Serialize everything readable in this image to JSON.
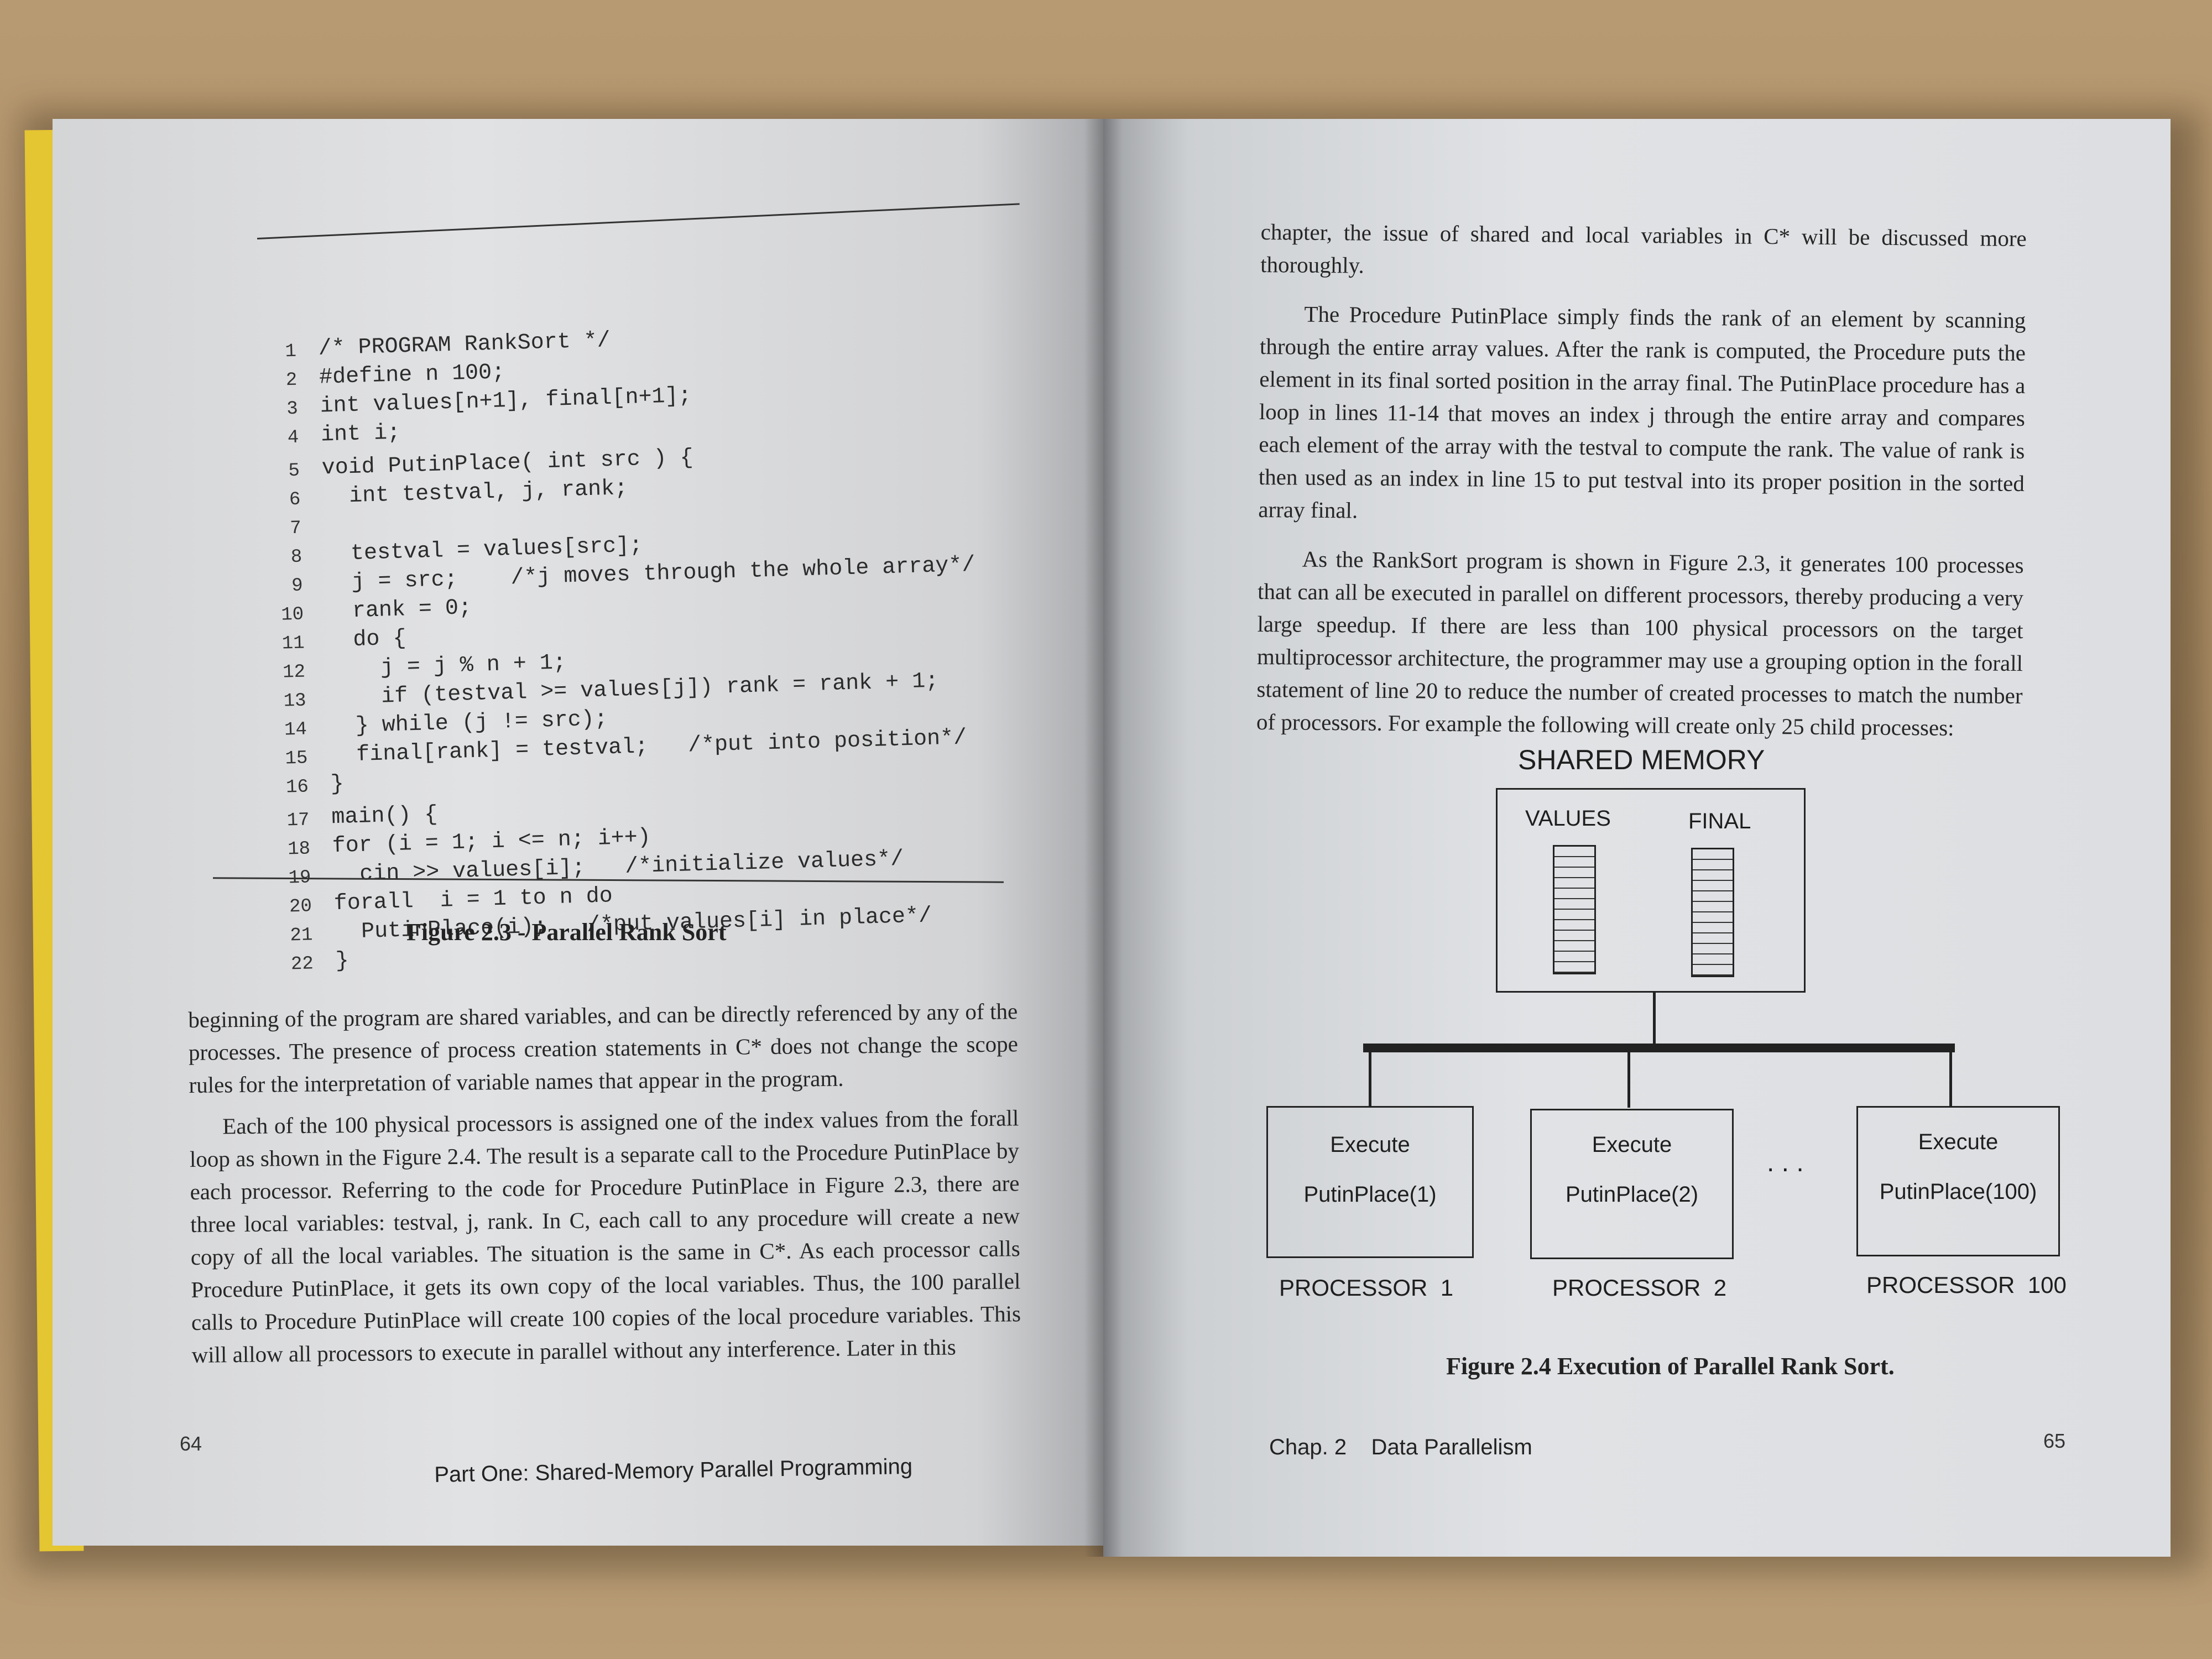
{
  "left_page": {
    "listing_title": "/* PROGRAM RankSort */",
    "code_lines": [
      {
        "n": "1",
        "t": "/* PROGRAM RankSort */"
      },
      {
        "n": "2",
        "t": "#define n 100;"
      },
      {
        "n": "3",
        "t": "int values[n+1], final[n+1];"
      },
      {
        "n": "4",
        "t": "int i;"
      },
      {
        "n": "5",
        "t": "void PutinPlace( int src ) {"
      },
      {
        "n": "6",
        "t": "  int testval, j, rank;"
      },
      {
        "n": "7",
        "t": ""
      },
      {
        "n": "8",
        "t": "  testval = values[src];"
      },
      {
        "n": "9",
        "t": "  j = src;    /*j moves through the whole array*/"
      },
      {
        "n": "10",
        "t": "  rank = 0;"
      },
      {
        "n": "11",
        "t": "  do {"
      },
      {
        "n": "12",
        "t": "    j = j % n + 1;"
      },
      {
        "n": "13",
        "t": "    if (testval >= values[j]) rank = rank + 1;"
      },
      {
        "n": "14",
        "t": "  } while (j != src);"
      },
      {
        "n": "15",
        "t": "  final[rank] = testval;   /*put into position*/"
      },
      {
        "n": "16",
        "t": "}"
      },
      {
        "n": "17",
        "t": "main() {"
      },
      {
        "n": "18",
        "t": "for (i = 1; i <= n; i++)"
      },
      {
        "n": "19",
        "t": "  cin >> values[i];   /*initialize values*/"
      },
      {
        "n": "20",
        "t": "forall  i = 1 to n do"
      },
      {
        "n": "21",
        "t": "  PutinPlace(i);   /*put values[i] in place*/"
      },
      {
        "n": "22",
        "t": "}"
      }
    ],
    "figure_caption": "Figure 2.3 - Parallel Rank Sort",
    "para1": "beginning of the program are shared variables, and can be directly referenced by any of the processes. The presence of process creation statements in C* does not change the scope rules for the interpretation of variable names that appear in the program.",
    "para2": "Each of the 100 physical processors is assigned one of the index values from the forall loop as shown in the Figure 2.4. The result is a separate call to the Procedure PutinPlace by each processor. Referring to the code for Procedure PutinPlace in Figure 2.3, there are three local variables: testval, j, rank. In C, each call to any procedure will create a new copy of all the local variables. The situation is the same in C*. As each processor calls Procedure PutinPlace, it gets its own copy of the local variables. Thus, the 100 parallel calls to Procedure PutinPlace will create 100 copies of the local procedure variables. This will allow all processors to execute in parallel without any interference. Later in this",
    "page_number": "64",
    "footer": "Part One:  Shared-Memory Parallel Programming"
  },
  "right_page": {
    "para1": "chapter, the issue of shared and local variables in C* will be discussed more thoroughly.",
    "para2": "The Procedure PutinPlace simply finds the rank of an element by scanning through the entire array values. After the rank is computed, the Procedure puts the element in its final sorted position in the array final. The PutinPlace procedure has a loop in lines 11-14 that moves an index j through the entire array and compares each element of the array with the testval to compute the rank. The value of rank is then used as an index in line 15 to put testval into its proper position in the sorted array final.",
    "para3": "As the RankSort program is shown in Figure 2.3, it generates 100 processes that can all be executed in parallel on different processors, thereby producing a very large speedup. If there are less than 100 physical processors on the target multiprocessor architecture, the programmer may use a grouping option in the forall statement of line 20 to reduce the number of created processes to match the number of processors. For example the following will create only 25 child processes:",
    "diagram": {
      "memory_title": "SHARED MEMORY",
      "values_label": "VALUES",
      "final_label": "FINAL",
      "ellipsis": ". . .",
      "processors": [
        {
          "execute": "Execute",
          "call": "PutinPlace(1)",
          "label": "PROCESSOR  1"
        },
        {
          "execute": "Execute",
          "call": "PutinPlace(2)",
          "label": "PROCESSOR  2"
        },
        {
          "execute": "Execute",
          "call": "PutinPlace(100)",
          "label": "PROCESSOR  100"
        }
      ]
    },
    "figure_caption": "Figure 2.4  Execution of Parallel Rank Sort.",
    "footer": "Chap. 2    Data Parallelism",
    "page_number": "65"
  }
}
